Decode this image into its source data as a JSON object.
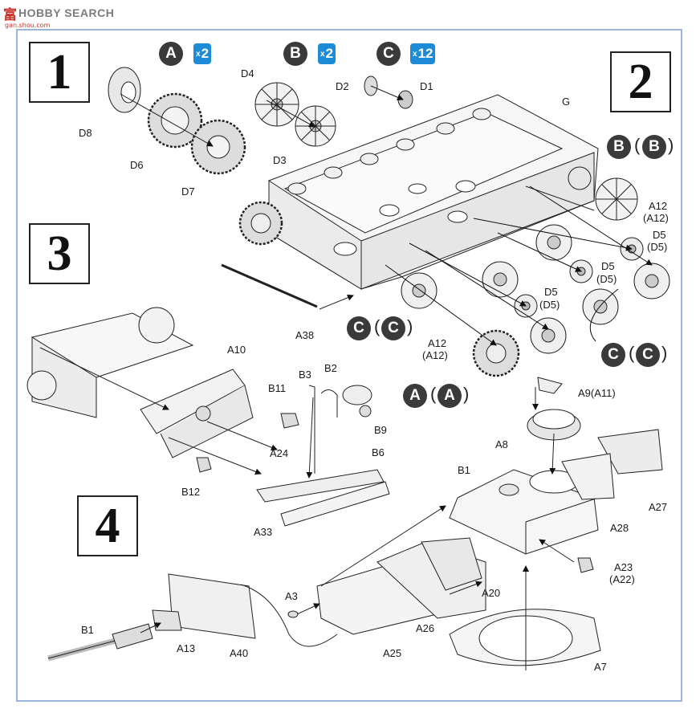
{
  "watermark": {
    "logo": "富",
    "brand": "HOBBY SEARCH",
    "url": "gan.shou.com"
  },
  "steps": [
    "1",
    "2",
    "3",
    "4"
  ],
  "badges": {
    "top": [
      {
        "letter": "A",
        "count": "2"
      },
      {
        "letter": "B",
        "count": "2"
      },
      {
        "letter": "C",
        "count": "12"
      }
    ],
    "count_prefix": "x",
    "b_pair": [
      "B",
      "B"
    ],
    "c_pair_left": [
      "C",
      "C"
    ],
    "c_pair_right": [
      "C",
      "C"
    ],
    "a_pair": [
      "A",
      "A"
    ]
  },
  "colors": {
    "frame": "#9db4da",
    "badge": "#3a3a3a",
    "qty": "#1e8bd6"
  },
  "labels": {
    "step1": [
      "D8",
      "D6",
      "D7",
      "D4",
      "D3",
      "D2",
      "D1"
    ],
    "step2": [
      "G",
      "A12",
      "(A12)",
      "D5",
      "(D5)",
      "D5",
      "(D5)",
      "D5",
      "(D5)",
      "A38",
      "A12",
      "(A12)"
    ],
    "step3": [
      "A10",
      "B11",
      "B3",
      "B2",
      "A24",
      "B9",
      "B12",
      "B6",
      "A33"
    ],
    "step4": [
      "A9(A11)",
      "A8",
      "B1",
      "A27",
      "A28",
      "A23",
      "(A22)",
      "A3",
      "A20",
      "A26",
      "B1",
      "A13",
      "A40",
      "A25",
      "A7"
    ]
  }
}
